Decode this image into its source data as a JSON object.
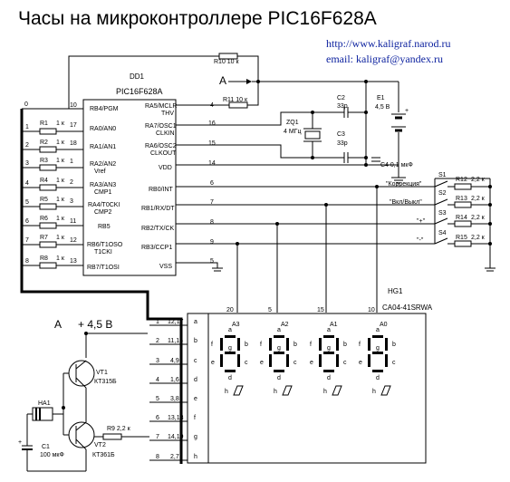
{
  "title": "Часы на микроконтроллере PIC16F628A",
  "url": "http://www.kaligraf.narod.ru",
  "email": "email:  kaligraf@yandex.ru",
  "mcu": {
    "ref": "DD1",
    "part": "PIC16F628A",
    "left_pins": [
      {
        "label": "RB4/PGM",
        "num": "10"
      },
      {
        "label": "RA0/AN0",
        "num": "17"
      },
      {
        "label": "RA1/AN1",
        "num": "18"
      },
      {
        "label": "RA2/AN2",
        "num": "1"
      },
      {
        "label": "Vref",
        "num": ""
      },
      {
        "label": "RA3/AN3",
        "num": "2"
      },
      {
        "label": "CMP1",
        "num": ""
      },
      {
        "label": "RA4/T0CKI",
        "num": "3"
      },
      {
        "label": "CMP2",
        "num": ""
      },
      {
        "label": "RB5",
        "num": "11"
      },
      {
        "label": "RB6/T1OSO",
        "num": "12"
      },
      {
        "label": "T1CKI",
        "num": ""
      },
      {
        "label": "RB7/T1OSI",
        "num": "13"
      }
    ],
    "right_pins": [
      {
        "label": "RA5/MCLR",
        "num": "4"
      },
      {
        "label": "THV",
        "num": ""
      },
      {
        "label": "RA7/OSC1",
        "num": "16"
      },
      {
        "label": "CLKIN",
        "num": ""
      },
      {
        "label": "RA6/OSC2",
        "num": "15"
      },
      {
        "label": "CLKOUT",
        "num": ""
      },
      {
        "label": "VDD",
        "num": "14"
      },
      {
        "label": "RB0/INT",
        "num": "6"
      },
      {
        "label": "RB1/RX/DT",
        "num": "7"
      },
      {
        "label": "RB2/TX/CK",
        "num": "8"
      },
      {
        "label": "RB3/CCP1",
        "num": "9"
      },
      {
        "label": "VSS",
        "num": "5"
      }
    ]
  },
  "bus_numbers": [
    "1",
    "2",
    "3",
    "4",
    "5",
    "6",
    "7",
    "8"
  ],
  "resistors_left": [
    {
      "ref": "R1",
      "val": "1 к"
    },
    {
      "ref": "R2",
      "val": "1 к"
    },
    {
      "ref": "R3",
      "val": "1 к"
    },
    {
      "ref": "R4",
      "val": "1 к"
    },
    {
      "ref": "R5",
      "val": "1 к"
    },
    {
      "ref": "R6",
      "val": "1 к"
    },
    {
      "ref": "R7",
      "val": "1 к"
    },
    {
      "ref": "R8",
      "val": "1 к"
    }
  ],
  "top_parts": {
    "r10": "R10  10 к",
    "r11": "R11  10 к",
    "node_a": "A",
    "c2": "C2",
    "c2_val": "33p",
    "c3": "C3",
    "c3_val": "33p",
    "e1": "E1",
    "e1_val": "4,5 В",
    "zq1": "ZQ1",
    "zq1_val": "4 МГц",
    "c4": "C4  0,1 мкФ",
    "plus": "+"
  },
  "switches": [
    {
      "ref": "S1",
      "label": "\"Коррекция\"",
      "r": "R12",
      "val": "2,2 к"
    },
    {
      "ref": "S2",
      "label": "\"Вкл/Выкл\"",
      "r": "R13",
      "val": "2,2 к"
    },
    {
      "ref": "S3",
      "label": "\"+\"",
      "r": "R14",
      "val": "2,2 к"
    },
    {
      "ref": "S4",
      "label": "\"-\"",
      "r": "R15",
      "val": "2,2 к"
    }
  ],
  "display": {
    "ref": "HG1",
    "part": "CA04-41SRWA",
    "anode_nums": [
      "20",
      "5",
      "15",
      "10"
    ],
    "anodes": [
      "A3",
      "A2",
      "A1",
      "A0"
    ],
    "left_rows": [
      {
        "num": "1",
        "pin": "12,17",
        "seg": "a"
      },
      {
        "num": "2",
        "pin": "11,16",
        "seg": "b"
      },
      {
        "num": "3",
        "pin": "4,9",
        "seg": "c"
      },
      {
        "num": "4",
        "pin": "1,6",
        "seg": "d"
      },
      {
        "num": "5",
        "pin": "3,8",
        "seg": "e"
      },
      {
        "num": "6",
        "pin": "13,18",
        "seg": "f"
      },
      {
        "num": "7",
        "pin": "14,19",
        "seg": "g"
      },
      {
        "num": "8",
        "pin": "2,7",
        "seg": "h"
      }
    ],
    "seg_letters": [
      "a",
      "b",
      "c",
      "d",
      "e",
      "f",
      "g",
      "h"
    ]
  },
  "power": {
    "node": "A",
    "voltage": "+ 4,5 В",
    "vt1": "VT1",
    "vt1_part": "КТ315Б",
    "vt2": "VT2",
    "vt2_part": "КТ361Б",
    "ha1": "HA1",
    "c1": "C1",
    "c1_val": "100 мкФ",
    "r9": "R9  2,2 к",
    "plus": "+"
  }
}
